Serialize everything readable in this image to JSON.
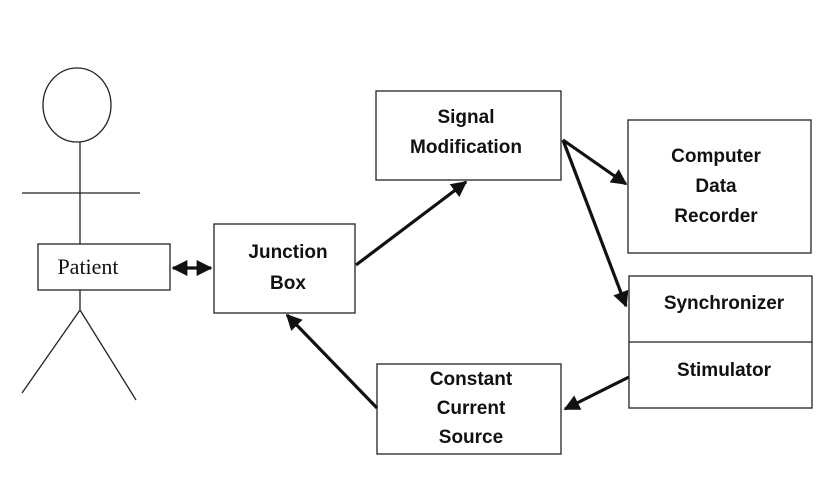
{
  "patient": {
    "label": "Patient"
  },
  "junction_box": {
    "line1": "Junction",
    "line2": "Box"
  },
  "signal_modification": {
    "line1": "Signal",
    "line2": "Modification"
  },
  "computer_data_recorder": {
    "line1": "Computer",
    "line2": "Data",
    "line3": "Recorder"
  },
  "synchronizer": {
    "label": "Synchronizer"
  },
  "stimulator": {
    "label": "Stimulator"
  },
  "constant_current_source": {
    "line1": "Constant",
    "line2": "Current",
    "line3": "Source"
  }
}
